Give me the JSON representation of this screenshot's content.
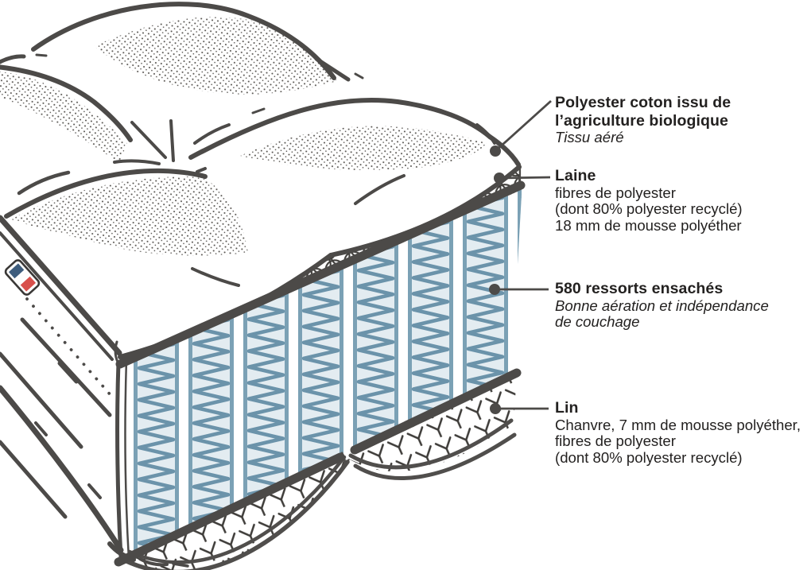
{
  "labels": [
    {
      "title_lines": [
        "Polyester coton issu de",
        "l’agriculture biologique"
      ],
      "note": "Tissu aéré"
    },
    {
      "title": "Laine",
      "lines": [
        "fibres de polyester",
        "(dont 80% polyester recyclé)",
        "18 mm de mousse polyéther"
      ]
    },
    {
      "title": "580 ressorts ensachés",
      "notes": [
        "Bonne aération et indépendance",
        "de couchage"
      ]
    },
    {
      "title": "Lin",
      "lines": [
        "Chanvre, 7 mm de mousse polyéther,",
        "fibres de polyester",
        "(dont 80% polyester recyclé)"
      ]
    }
  ],
  "colors": {
    "outline": "#4c4a48",
    "pattern_stroke": "#3f3d3a",
    "spring_coil": "#6b93aa",
    "spring_panel": "#e3ecf1",
    "spring_border": "#7ba1b5",
    "flag_blue": "#3d5c7c",
    "flag_red": "#d8504b",
    "text": "#232120",
    "background": "#ffffff"
  }
}
